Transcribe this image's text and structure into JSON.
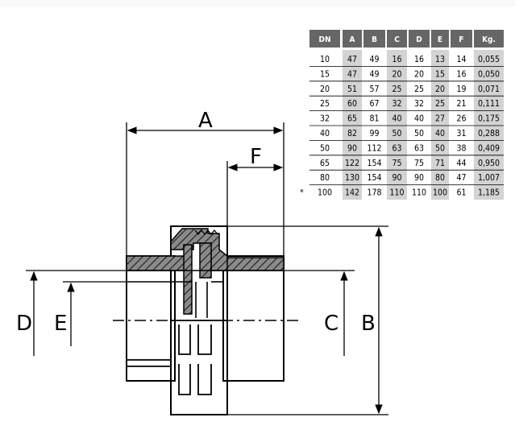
{
  "labels": {
    "A": "A",
    "B": "B",
    "C": "C",
    "D": "D",
    "E": "E",
    "F": "F"
  },
  "table": {
    "headers": [
      "DN",
      "A",
      "B",
      "C",
      "D",
      "E",
      "F",
      "Kg."
    ],
    "rows": [
      {
        "mark": "",
        "cells": [
          "10",
          "47",
          "49",
          "16",
          "16",
          "13",
          "14",
          "0,055"
        ]
      },
      {
        "mark": "",
        "cells": [
          "15",
          "47",
          "49",
          "20",
          "20",
          "15",
          "16",
          "0,050"
        ]
      },
      {
        "mark": "",
        "cells": [
          "20",
          "51",
          "57",
          "25",
          "25",
          "20",
          "19",
          "0,071"
        ]
      },
      {
        "mark": "",
        "cells": [
          "25",
          "60",
          "67",
          "32",
          "32",
          "25",
          "21",
          "0,111"
        ]
      },
      {
        "mark": "",
        "cells": [
          "32",
          "65",
          "81",
          "40",
          "40",
          "27",
          "26",
          "0,175"
        ]
      },
      {
        "mark": "",
        "cells": [
          "40",
          "82",
          "99",
          "50",
          "50",
          "40",
          "31",
          "0,288"
        ]
      },
      {
        "mark": "",
        "cells": [
          "50",
          "90",
          "112",
          "63",
          "63",
          "50",
          "38",
          "0,409"
        ]
      },
      {
        "mark": "",
        "cells": [
          "65",
          "122",
          "154",
          "75",
          "75",
          "71",
          "44",
          "0,950"
        ]
      },
      {
        "mark": "",
        "cells": [
          "80",
          "130",
          "154",
          "90",
          "90",
          "80",
          "47",
          "1,007"
        ]
      },
      {
        "mark": "*",
        "cells": [
          "100",
          "142",
          "178",
          "110",
          "110",
          "100",
          "61",
          "1,185"
        ]
      }
    ]
  },
  "colors": {
    "header_bg": "#666666",
    "shaded_col": "#d3d3d3",
    "row_rule": "#000000"
  }
}
